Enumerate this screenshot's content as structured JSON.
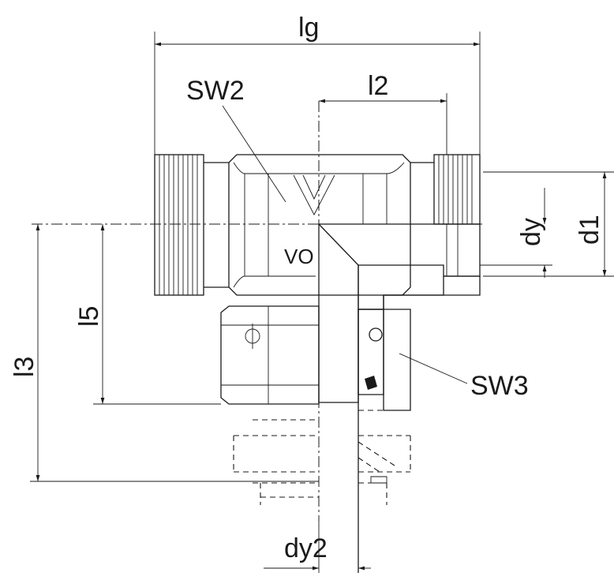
{
  "labels": {
    "lg": "lg",
    "sw2": "SW2",
    "l2": "l2",
    "dy": "dy",
    "d1": "d1",
    "l5": "l5",
    "l3": "l3",
    "sw3": "SW3",
    "dy2": "dy2",
    "marking": "VO"
  },
  "colors": {
    "line": "#1a1a1a",
    "section_fill": "#d8d8d8",
    "hatch": "#555555",
    "background": "#ffffff"
  }
}
